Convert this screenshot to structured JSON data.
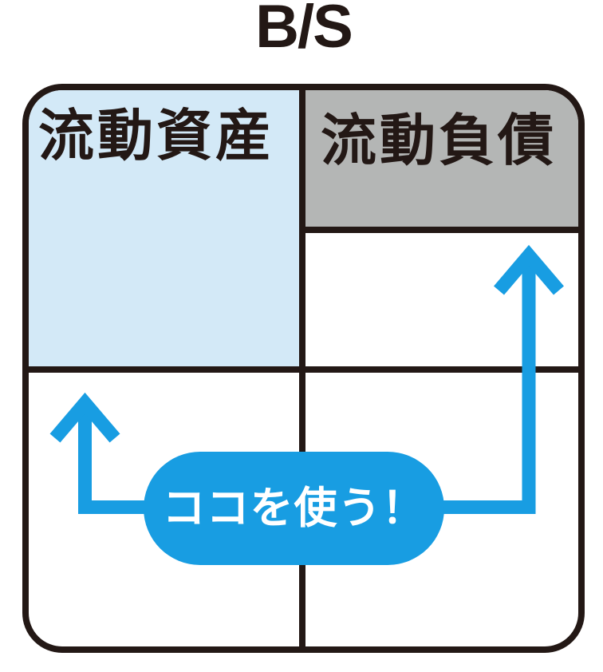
{
  "title": "B/S",
  "colors": {
    "accent_blue": "#189DE2",
    "light_blue": "#D3E9F7",
    "cell_gray": "#B4B6B5",
    "line_black": "#231815"
  },
  "cells": {
    "current_assets": "流動資産",
    "current_liabilities": "流動負債"
  },
  "callout": {
    "text": "ココを使う！"
  },
  "arrows": [
    {
      "name": "left-arrow",
      "from": "callout",
      "to": "current-assets",
      "direction": "up"
    },
    {
      "name": "right-arrow",
      "from": "callout",
      "to": "current-liabilities",
      "direction": "up"
    }
  ]
}
